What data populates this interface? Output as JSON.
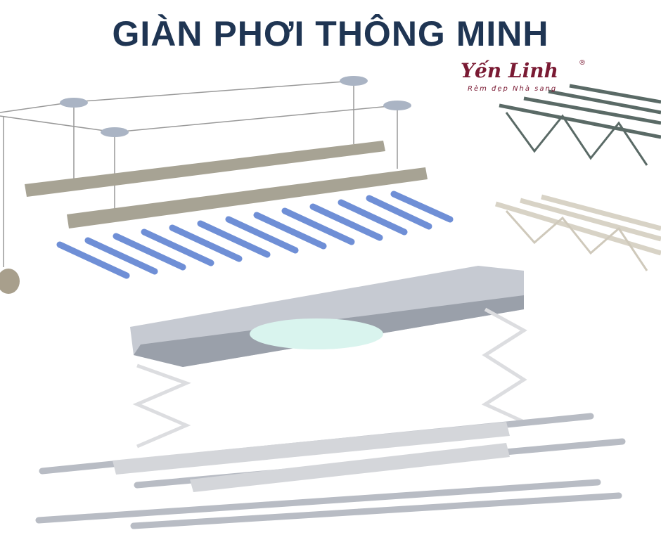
{
  "title": "GIÀN PHƠI THÔNG MINH",
  "logo": {
    "name": "Yến Linh",
    "tagline": "Rèm đẹp Nhà sang",
    "mark": "®"
  },
  "colors": {
    "title": "#1f3553",
    "logo": "#7a1a33",
    "hanger": "#6f8fd6",
    "rail": "#a7a394",
    "steel": "#b8bcc4"
  }
}
